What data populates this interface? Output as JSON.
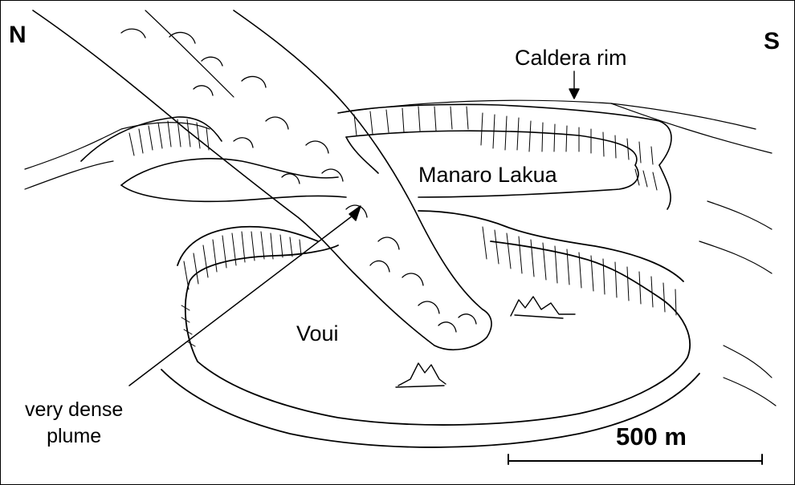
{
  "compass": {
    "north": "N",
    "south": "S"
  },
  "labels": {
    "caldera_rim": "Caldera rim",
    "upper_lake": "Manaro Lakua",
    "lower_lake": "Voui",
    "plume_line1": "very dense",
    "plume_line2": "plume"
  },
  "scale_bar": {
    "label": "500 m"
  },
  "colors": {
    "ink": "#000000",
    "paper": "#ffffff"
  }
}
